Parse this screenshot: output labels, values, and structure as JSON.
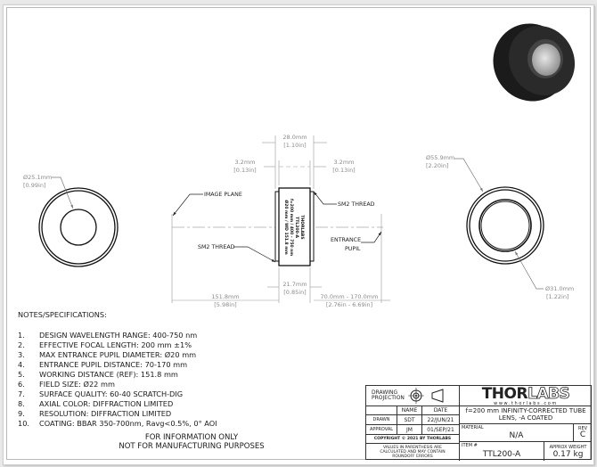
{
  "drawing": {
    "left_view": {
      "dia_mm": "Ø25.1mm",
      "dia_in": "[0.99in]"
    },
    "side_view": {
      "overall_mm": "28.0mm",
      "overall_in": "[1.10in]",
      "flange_left_mm": "3.2mm",
      "flange_left_in": "[0.13in]",
      "flange_right_mm": "3.2mm",
      "flange_right_in": "[0.13in]",
      "body_mm": "21.7mm",
      "body_in": "[0.85in]",
      "working_mm": "151.8mm",
      "working_in": "[5.98in]",
      "pupil_mm": "70.0mm - 170.0mm",
      "pupil_in": "[2.76in - 6.69in]",
      "image_plane": "IMAGE PLANE",
      "sm2_thread_right": "SM2 THREAD",
      "sm2_thread_left": "SM2 THREAD",
      "entrance": "ENTRANCE",
      "pupil": "PUPIL",
      "engraving": [
        "THORLABS",
        "TTL200-A",
        "f=200 mm / 400 - 750 nm",
        "Ø20 mm / WD 151.8 mm"
      ]
    },
    "right_view": {
      "outer_mm": "Ø55.9mm",
      "outer_in": "[2.20in]",
      "inner_mm": "Ø31.0mm",
      "inner_in": "[1.22in]"
    }
  },
  "notes": {
    "title": "NOTES/SPECIFICATIONS:",
    "items": [
      {
        "n": "1.",
        "text": "DESIGN WAVELENGTH RANGE: 400-750 nm"
      },
      {
        "n": "2.",
        "text": "EFFECTIVE FOCAL LENGTH: 200 mm ±1%"
      },
      {
        "n": "3.",
        "text": "MAX ENTRANCE PUPIL DIAMETER: Ø20 mm"
      },
      {
        "n": "4.",
        "text": "ENTRANCE PUPIL DISTANCE: 70-170 mm"
      },
      {
        "n": "5.",
        "text": "WORKING DISTANCE (REF): 151.8 mm"
      },
      {
        "n": "6.",
        "text": "FIELD SIZE: Ø22 mm"
      },
      {
        "n": "7.",
        "text": "SURFACE QUALITY: 60-40 SCRATCH-DIG"
      },
      {
        "n": "8.",
        "text": "AXIAL COLOR: DIFFRACTION LIMITED"
      },
      {
        "n": "9.",
        "text": "RESOLUTION: DIFFRACTION LIMITED"
      },
      {
        "n": "10.",
        "text": "COATING: BBAR 350-700nm, Ravg<0.5%, 0° AOI"
      }
    ],
    "disclaimer_1": "FOR INFORMATION ONLY",
    "disclaimer_2": "NOT FOR MANUFACTURING PURPOSES"
  },
  "title_block": {
    "projection": "DRAWING PROJECTION",
    "name_hdr": "NAME",
    "date_hdr": "DATE",
    "drawn": "DRAWN",
    "drawn_name": "SDT",
    "drawn_date": "22/JUN/21",
    "approval": "APPROVAL",
    "approval_name": "JM",
    "approval_date": "01/SEP/21",
    "copyright": "COPYRIGHT © 2021 BY THORLABS",
    "values_note": "VALUES IN PARENTHESIS ARE CALCULATED AND MAY CONTAIN ROUNDOFF ERRORS",
    "logo_thor": "THOR",
    "logo_labs": "LABS",
    "website": "www.thorlabs.com",
    "description": "f=200 mm INFINITY-CORRECTED TUBE LENS, -A COATED",
    "material_label": "MATERIAL",
    "material": "N/A",
    "rev_label": "REV",
    "rev": "C",
    "item_label": "ITEM #",
    "item": "TTL200-A",
    "weight_label": "APPROX WEIGHT",
    "weight": "0.17 kg"
  }
}
